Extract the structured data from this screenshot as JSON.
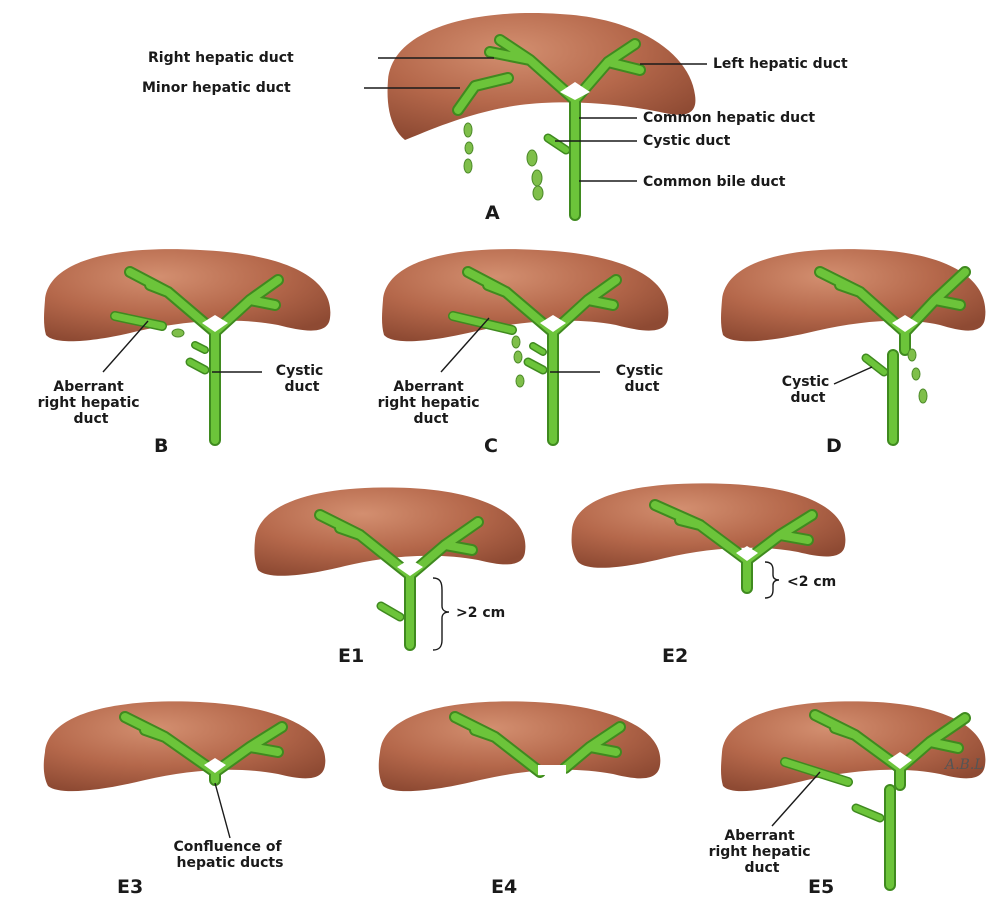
{
  "colors": {
    "liver": "#b5684b",
    "liver_light": "#cf8a6c",
    "liver_dark": "#8e4a33",
    "duct": "#6cc43a",
    "duct_edge": "#3f8a1f",
    "bile": "#7fbf4a"
  },
  "panels": {
    "A": {
      "id": "A",
      "labels": {
        "right_hepatic_duct": "Right hepatic duct",
        "minor_hepatic_duct": "Minor hepatic duct",
        "left_hepatic_duct": "Left hepatic duct",
        "common_hepatic_duct": "Common hepatic duct",
        "cystic_duct": "Cystic duct",
        "common_bile_duct": "Common bile duct"
      }
    },
    "B": {
      "id": "B",
      "aberrant": [
        "Aberrant",
        "right hepatic",
        "duct"
      ],
      "cystic": [
        "Cystic",
        "duct"
      ]
    },
    "C": {
      "id": "C",
      "aberrant": [
        "Aberrant",
        "right hepatic",
        "duct"
      ],
      "cystic": [
        "Cystic",
        "duct"
      ]
    },
    "D": {
      "id": "D",
      "cystic": [
        "Cystic",
        "duct"
      ]
    },
    "E1": {
      "id": "E1",
      "measure": ">2 cm"
    },
    "E2": {
      "id": "E2",
      "measure": "<2 cm"
    },
    "E3": {
      "id": "E3",
      "confluence": [
        "Confluence of",
        "hepatic ducts"
      ]
    },
    "E4": {
      "id": "E4"
    },
    "E5": {
      "id": "E5",
      "aberrant": [
        "Aberrant",
        "right hepatic",
        "duct"
      ],
      "signature": "A.B.L"
    }
  }
}
